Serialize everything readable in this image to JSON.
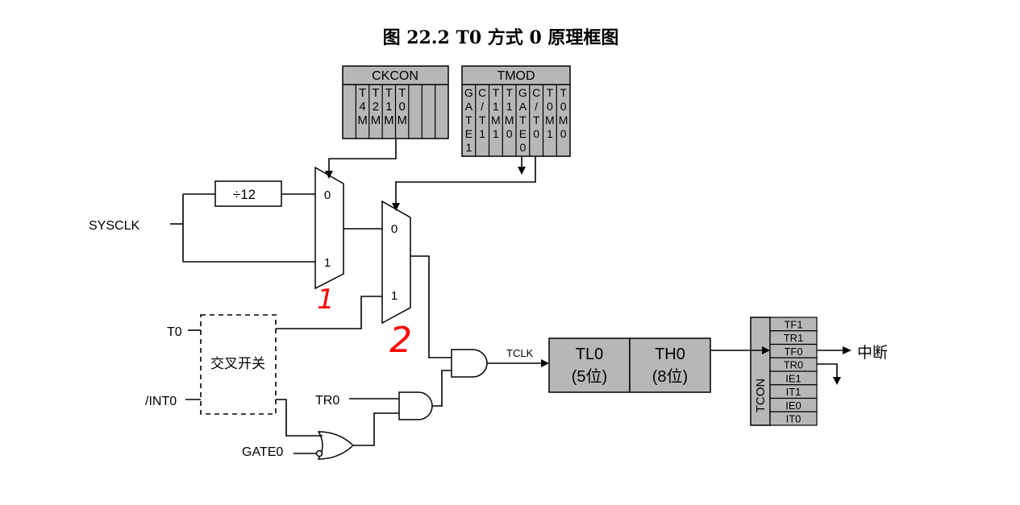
{
  "title": "图 22.2    T0 方式 0 原理框图",
  "ckcon": {
    "name": "CKCON",
    "bits": [
      {
        "chars": []
      },
      {
        "chars": [
          "T",
          "4",
          "M"
        ]
      },
      {
        "chars": [
          "T",
          "2",
          "M"
        ]
      },
      {
        "chars": [
          "T",
          "1",
          "M"
        ]
      },
      {
        "chars": [
          "T",
          "0",
          "M"
        ]
      },
      {
        "chars": []
      },
      {
        "chars": []
      },
      {
        "chars": []
      }
    ]
  },
  "tmod": {
    "name": "TMOD",
    "bits": [
      {
        "chars": [
          "G",
          "A",
          "T",
          "E",
          "1"
        ]
      },
      {
        "chars": [
          "C",
          "/",
          "T",
          "1"
        ]
      },
      {
        "chars": [
          "T",
          "1",
          "M",
          "1"
        ]
      },
      {
        "chars": [
          "T",
          "1",
          "M",
          "0"
        ]
      },
      {
        "chars": [
          "G",
          "A",
          "T",
          "E",
          "0"
        ]
      },
      {
        "chars": [
          "C",
          "/",
          "T",
          "0"
        ]
      },
      {
        "chars": [
          "T",
          "0",
          "M",
          "1"
        ]
      },
      {
        "chars": [
          "T",
          "0",
          "M",
          "0"
        ]
      }
    ]
  },
  "divider": "÷12",
  "mux1": {
    "in0": "0",
    "in1": "1"
  },
  "mux2": {
    "in0": "0",
    "in1": "1"
  },
  "annotations": {
    "red1": "1",
    "red2": "2"
  },
  "signals": {
    "sysclk": "SYSCLK",
    "t0": "T0",
    "int0": "/INT0",
    "tr0": "TR0",
    "gate0": "GATE0",
    "tclk": "TCLK"
  },
  "crossbar": "交叉开关",
  "tl0": {
    "name": "TL0",
    "bits": "(5位)"
  },
  "th0": {
    "name": "TH0",
    "bits": "(8位)"
  },
  "tcon": {
    "name": "TCON",
    "bits": [
      "TF1",
      "TR1",
      "TF0",
      "TR0",
      "IE1",
      "IT1",
      "IE0",
      "IT0"
    ]
  },
  "interrupt": "中断",
  "colors": {
    "fill": "#b7b7b7",
    "annotation": "#ff0000"
  }
}
